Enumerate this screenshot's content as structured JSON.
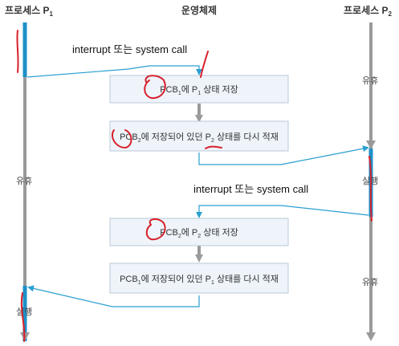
{
  "headers": {
    "left": "프로세스 P",
    "left_sub": "1",
    "center": "운영체제",
    "right": "프로세스 P",
    "right_sub": "2"
  },
  "left_labels": {
    "idle": "유휴",
    "running": "실행"
  },
  "right_labels": {
    "idle_top": "유휴",
    "running": "실행",
    "idle_bottom": "유휴"
  },
  "notes": {
    "interrupt_1": "interrupt 또는 system call",
    "interrupt_2": "interrupt 또는 system call"
  },
  "boxes": [
    {
      "pre": "PCB",
      "sub": "1",
      "mid": "에 P",
      "sub2": "1",
      "post": " 상태 저장"
    },
    {
      "pre": "PCB",
      "sub": "2",
      "mid": "에 저장되어 있던 P",
      "sub2": "2",
      "post": " 상태를 다시 적재"
    },
    {
      "pre": "PCB",
      "sub": "2",
      "mid": "에 P",
      "sub2": "2",
      "post": " 상태 저장"
    },
    {
      "pre": "PCB",
      "sub": "1",
      "mid": "에 저장되어 있던 P",
      "sub2": "1",
      "post": " 상태를 다시 적재"
    }
  ],
  "colors": {
    "running": "#1e90c8",
    "idle": "#9a9a9a",
    "box_fill": "#eef4fa",
    "box_stroke": "#b9c9d8",
    "arrow": "#2a9fd0",
    "annotation": "#d8202a"
  }
}
